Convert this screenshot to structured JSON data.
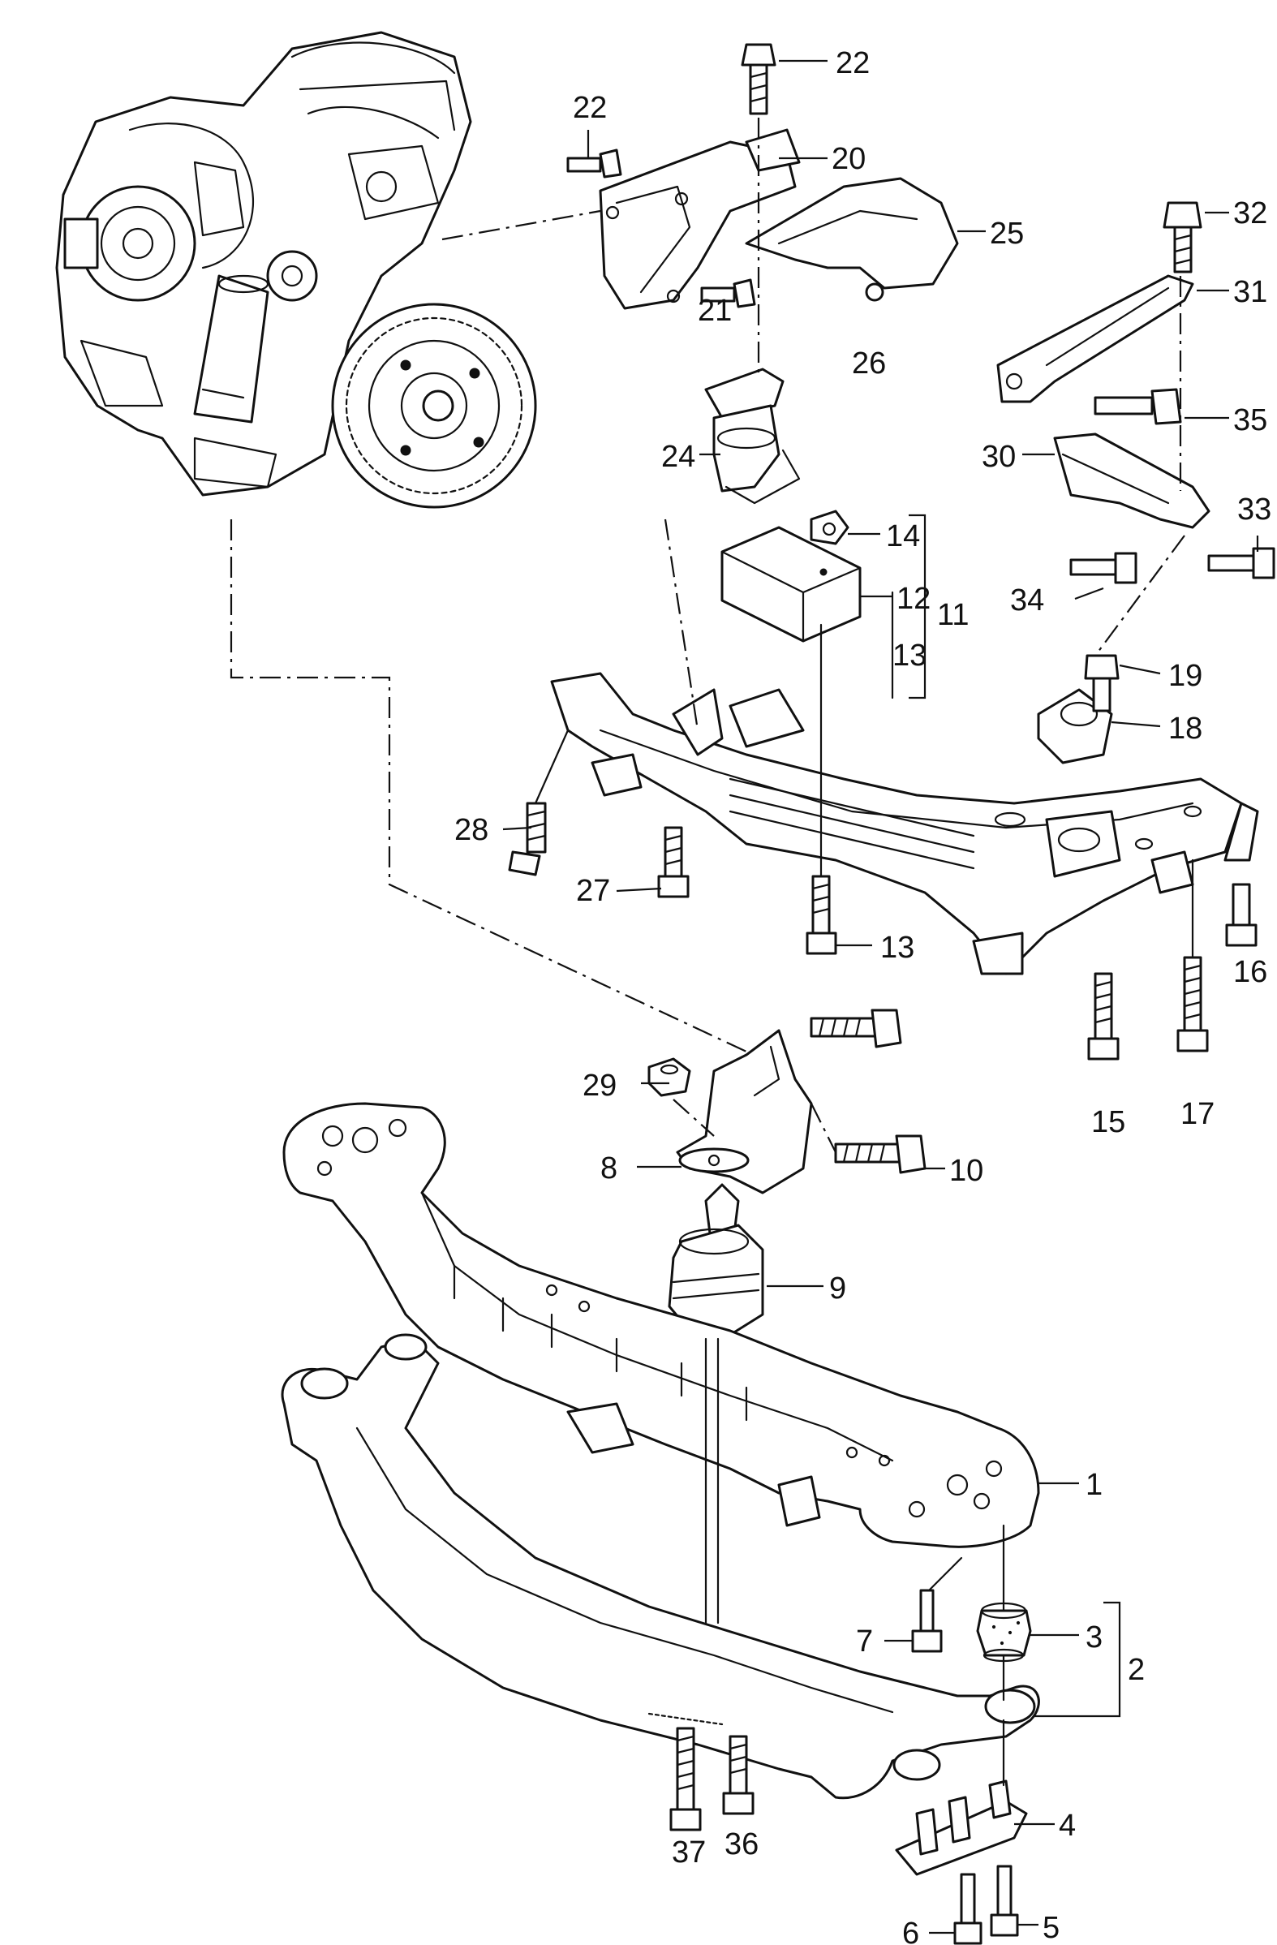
{
  "colors": {
    "line": "#111111",
    "background": "#ffffff"
  },
  "labels": [
    {
      "id": "p1",
      "text": "1"
    },
    {
      "id": "p2",
      "text": "2"
    },
    {
      "id": "p3",
      "text": "3"
    },
    {
      "id": "p4",
      "text": "4"
    },
    {
      "id": "p5",
      "text": "5"
    },
    {
      "id": "p6",
      "text": "6"
    },
    {
      "id": "p7",
      "text": "7"
    },
    {
      "id": "p8",
      "text": "8"
    },
    {
      "id": "p9",
      "text": "9"
    },
    {
      "id": "p10",
      "text": "10"
    },
    {
      "id": "p11",
      "text": "11"
    },
    {
      "id": "p12",
      "text": "12"
    },
    {
      "id": "p13a",
      "text": "13"
    },
    {
      "id": "p13b",
      "text": "13"
    },
    {
      "id": "p14",
      "text": "14"
    },
    {
      "id": "p15",
      "text": "15"
    },
    {
      "id": "p16",
      "text": "16"
    },
    {
      "id": "p17",
      "text": "17"
    },
    {
      "id": "p18",
      "text": "18"
    },
    {
      "id": "p19",
      "text": "19"
    },
    {
      "id": "p20",
      "text": "20"
    },
    {
      "id": "p21",
      "text": "21"
    },
    {
      "id": "p22a",
      "text": "22"
    },
    {
      "id": "p22b",
      "text": "22"
    },
    {
      "id": "p24",
      "text": "24"
    },
    {
      "id": "p25",
      "text": "25"
    },
    {
      "id": "p26",
      "text": "26"
    },
    {
      "id": "p27",
      "text": "27"
    },
    {
      "id": "p28",
      "text": "28"
    },
    {
      "id": "p29",
      "text": "29"
    },
    {
      "id": "p30",
      "text": "30"
    },
    {
      "id": "p31",
      "text": "31"
    },
    {
      "id": "p32",
      "text": "32"
    },
    {
      "id": "p33",
      "text": "33"
    },
    {
      "id": "p34",
      "text": "34"
    },
    {
      "id": "p35",
      "text": "35"
    },
    {
      "id": "p36",
      "text": "36"
    },
    {
      "id": "p37",
      "text": "37"
    }
  ]
}
